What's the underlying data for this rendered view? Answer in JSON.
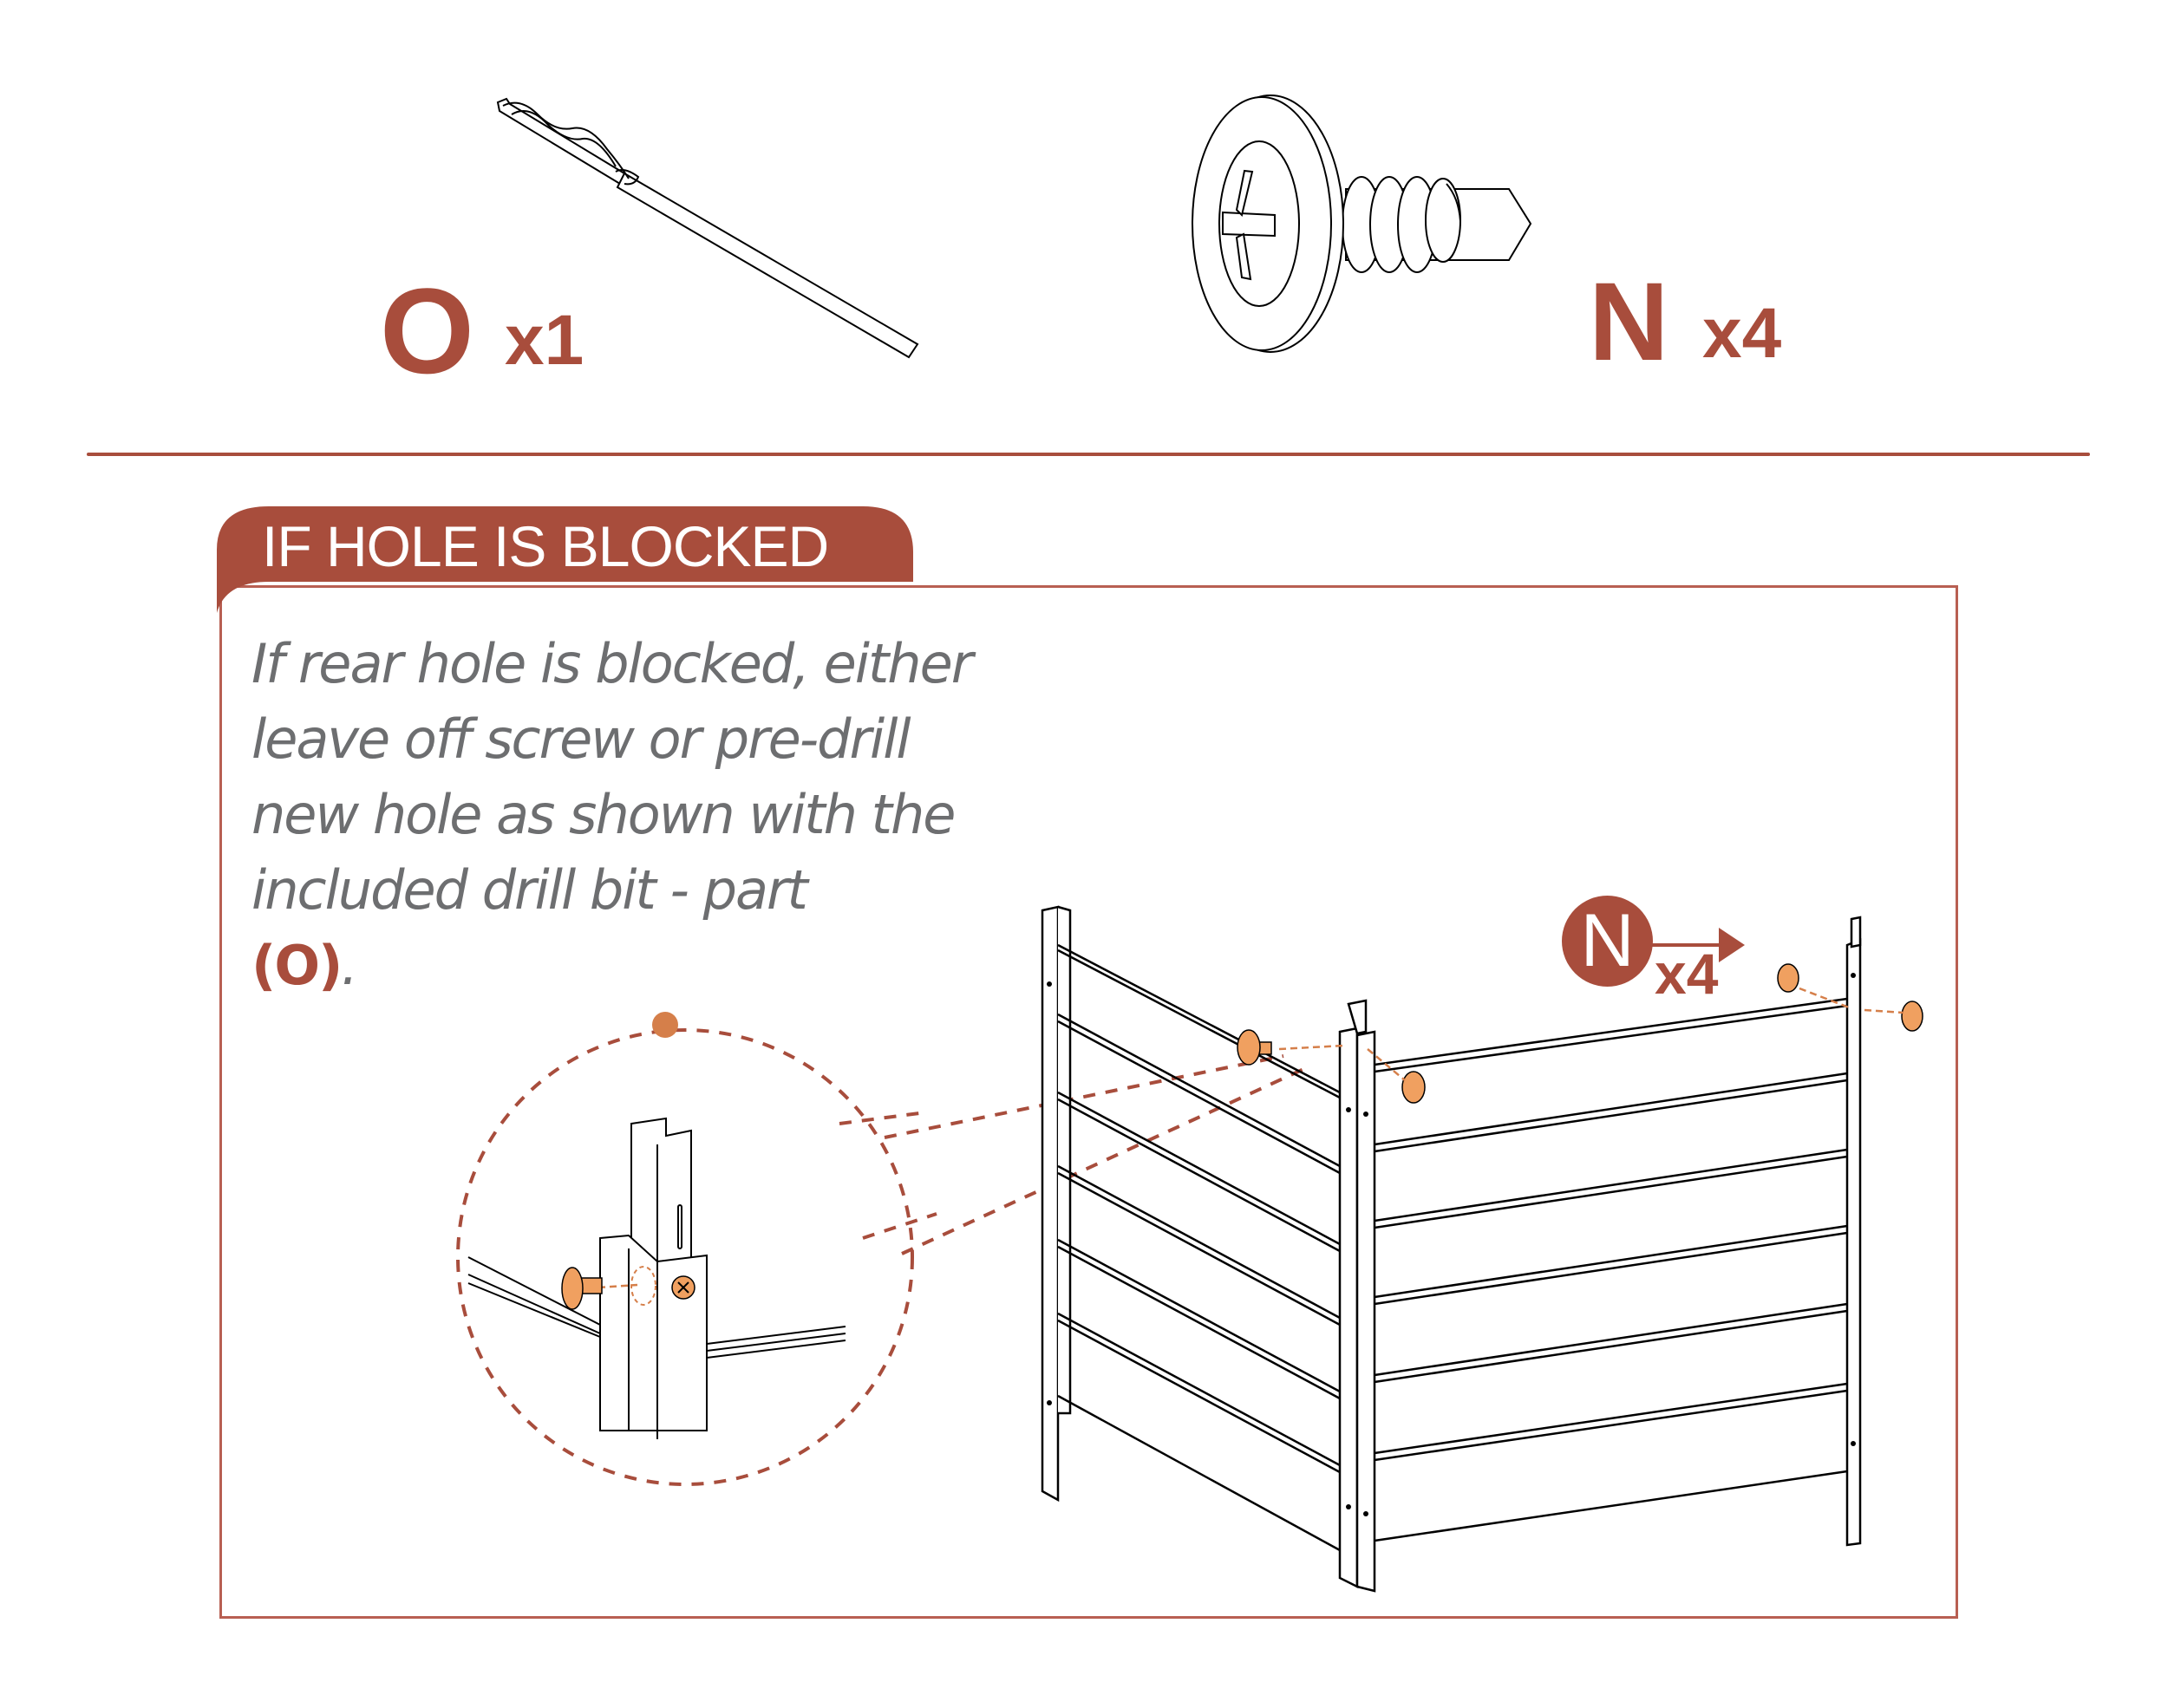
{
  "parts": [
    {
      "letter": "O",
      "quantity": "x1",
      "name": "drill-bit"
    },
    {
      "letter": "N",
      "quantity": "x4",
      "name": "washer-head-screw"
    }
  ],
  "section": {
    "title": "IF HOLE IS BLOCKED",
    "instruction": "If rear hole is blocked, either leave off screw or pre-drill new hole as shown with the included drill bit - part",
    "part_ref": "(O)",
    "trailing": "."
  },
  "callout": {
    "letter": "N",
    "quantity": "x4"
  },
  "colors": {
    "brand": "#a84d3c",
    "box_border": "#b85f52",
    "body_text": "#6d6e70",
    "screw_orange": "#f0a060",
    "leader_dot": "#d57f4a"
  }
}
